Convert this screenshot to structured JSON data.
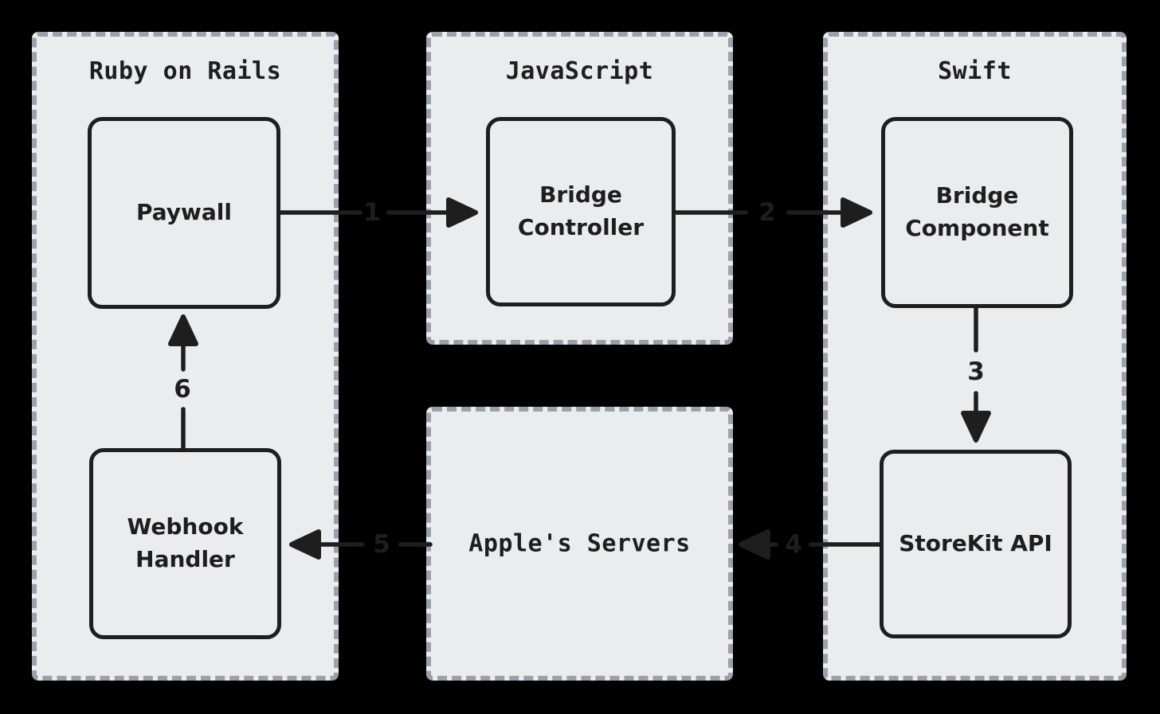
{
  "colors": {
    "background": "#000000",
    "panel_fill": "#ebecee",
    "panel_border": "#9aa1ab",
    "stroke": "#1e1e1e"
  },
  "containers": [
    {
      "id": "ruby-on-rails",
      "title": "Ruby on Rails"
    },
    {
      "id": "javascript",
      "title": "JavaScript"
    },
    {
      "id": "swift",
      "title": "Swift"
    },
    {
      "id": "apples-servers",
      "title": "Apple's Servers"
    }
  ],
  "nodes": [
    {
      "id": "paywall",
      "label": "Paywall",
      "container": "Ruby on Rails"
    },
    {
      "id": "bridge-controller",
      "label": "Bridge Controller",
      "container": "JavaScript"
    },
    {
      "id": "bridge-component",
      "label": "Bridge Component",
      "container": "Swift"
    },
    {
      "id": "webhook-handler",
      "label": "Webhook Handler",
      "container": "Ruby on Rails"
    },
    {
      "id": "storekit-api",
      "label": "StoreKit API",
      "container": "Swift"
    }
  ],
  "flows": [
    {
      "number": "1",
      "from": "Paywall",
      "to": "Bridge Controller"
    },
    {
      "number": "2",
      "from": "Bridge Controller",
      "to": "Bridge Component"
    },
    {
      "number": "3",
      "from": "Bridge Component",
      "to": "StoreKit API"
    },
    {
      "number": "4",
      "from": "StoreKit API",
      "to": "Apple's Servers"
    },
    {
      "number": "5",
      "from": "Apple's Servers",
      "to": "Webhook Handler"
    },
    {
      "number": "6",
      "from": "Webhook Handler",
      "to": "Paywall"
    }
  ]
}
